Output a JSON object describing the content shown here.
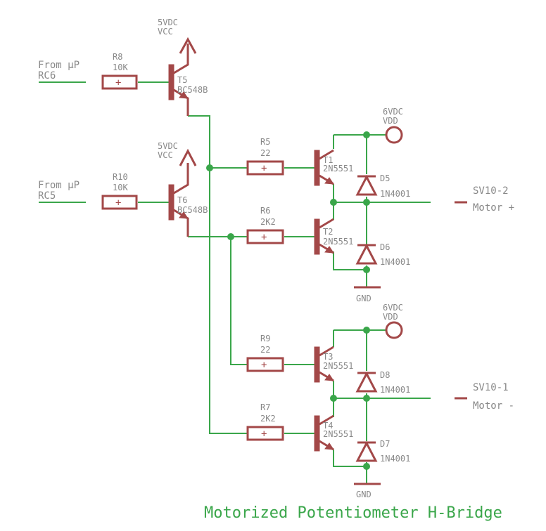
{
  "title": "Motorized Potentiometer H-Bridge",
  "inputs": [
    {
      "line1": "From µP",
      "line2": "RC6"
    },
    {
      "line1": "From µP",
      "line2": "RC5"
    }
  ],
  "resistors": {
    "R8": {
      "name": "R8",
      "value": "10K"
    },
    "R10": {
      "name": "R10",
      "value": "10K"
    },
    "R5": {
      "name": "R5",
      "value": "22"
    },
    "R6": {
      "name": "R6",
      "value": "2K2"
    },
    "R9": {
      "name": "R9",
      "value": "22"
    },
    "R7": {
      "name": "R7",
      "value": "2K2"
    }
  },
  "transistors": {
    "T5": {
      "name": "T5",
      "type": "BC548B"
    },
    "T6": {
      "name": "T6",
      "type": "BC548B"
    },
    "T1": {
      "name": "T1",
      "type": "2N5551"
    },
    "T2": {
      "name": "T2",
      "type": "2N5551"
    },
    "T3": {
      "name": "T3",
      "type": "2N5551"
    },
    "T4": {
      "name": "T4",
      "type": "2N5551"
    }
  },
  "diodes": {
    "D5": {
      "name": "D5",
      "type": "1N4001"
    },
    "D6": {
      "name": "D6",
      "type": "1N4001"
    },
    "D8": {
      "name": "D8",
      "type": "1N4001"
    },
    "D7": {
      "name": "D7",
      "type": "1N4001"
    }
  },
  "supplies": {
    "vcc": {
      "voltage": "5VDC",
      "net": "VCC"
    },
    "vdd": {
      "voltage": "6VDC",
      "net": "VDD"
    },
    "gnd": {
      "net": "GND"
    }
  },
  "outputs": [
    {
      "connector": "SV10-2",
      "label": "Motor +"
    },
    {
      "connector": "SV10-1",
      "label": "Motor -"
    }
  ]
}
